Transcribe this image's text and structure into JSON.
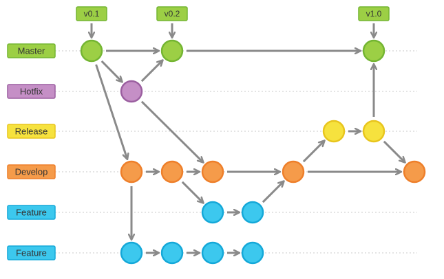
{
  "branches": [
    {
      "id": "master",
      "label": "Master",
      "color": "#9ccf45",
      "stroke": "#74b532"
    },
    {
      "id": "hotfix",
      "label": "Hotfix",
      "color": "#c58fc6",
      "stroke": "#9b5fa0"
    },
    {
      "id": "release",
      "label": "Release",
      "color": "#f6e23e",
      "stroke": "#e8c51d"
    },
    {
      "id": "develop",
      "label": "Develop",
      "color": "#f59b4a",
      "stroke": "#ee7f2a"
    },
    {
      "id": "feature-1",
      "label": "Feature",
      "color": "#3cc8ee",
      "stroke": "#14a8d8"
    },
    {
      "id": "feature-2",
      "label": "Feature",
      "color": "#3cc8ee",
      "stroke": "#14a8d8"
    }
  ],
  "tags": [
    {
      "label": "v0.1",
      "color": "#9ccf45",
      "stroke": "#74b532"
    },
    {
      "label": "v0.2",
      "color": "#9ccf45",
      "stroke": "#74b532"
    },
    {
      "label": "v1.0",
      "color": "#9ccf45",
      "stroke": "#74b532"
    }
  ],
  "colors": {
    "arrow": "#8a8a8a",
    "lane_line": "#c8c8c8",
    "text": "#333333"
  }
}
